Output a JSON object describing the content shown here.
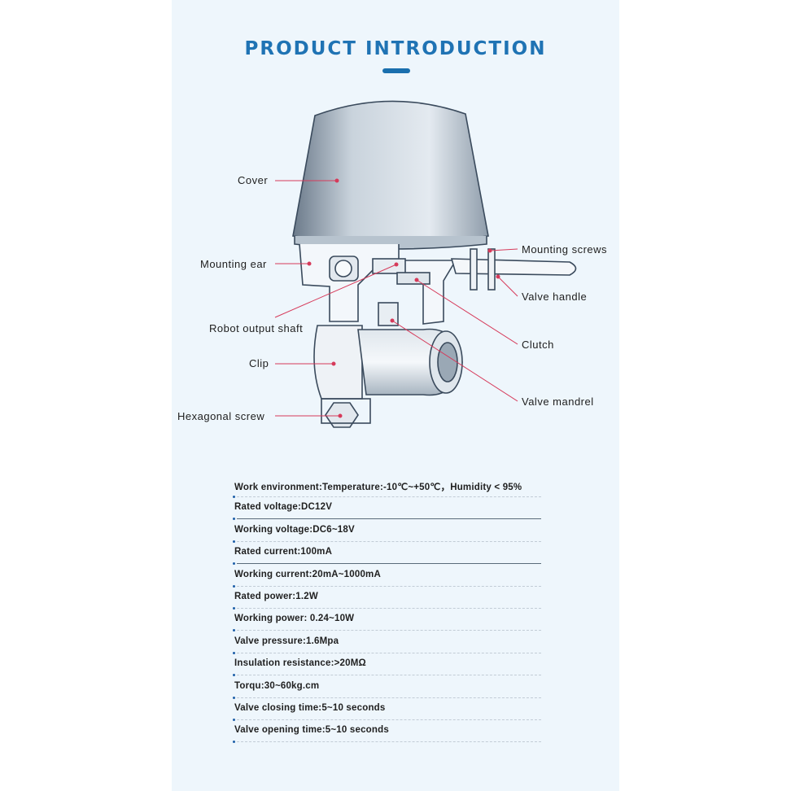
{
  "title": "PRODUCT INTRODUCTION",
  "callouts": {
    "cover": "Cover",
    "mounting_ear": "Mounting ear",
    "robot_output_shaft": "Robot output shaft",
    "clip": "Clip",
    "hexagonal_screw": "Hexagonal screw",
    "mounting_screws": "Mounting screws",
    "valve_handle": "Valve handle",
    "clutch": "Clutch",
    "valve_mandrel": "Valve mandrel"
  },
  "specs": [
    "Work environment:Temperature:-10℃~+50℃，Humidity < 95%",
    "Rated voltage:DC12V",
    "Working voltage:DC6~18V",
    "Rated current:100mA",
    "Working current:20mA~1000mA",
    "Rated power:1.2W",
    "Working power: 0.24~10W",
    "Valve pressure:1.6Mpa",
    "Insulation resistance:>20MΩ",
    "Torqu:30~60kg.cm",
    "Valve closing time:5~10 seconds",
    "Valve opening time:5~10 seconds"
  ],
  "colors": {
    "panel": "#eef6fc",
    "title": "#1f73b4",
    "leader": "#d63a5a",
    "drawing": "#3a4a5c"
  }
}
